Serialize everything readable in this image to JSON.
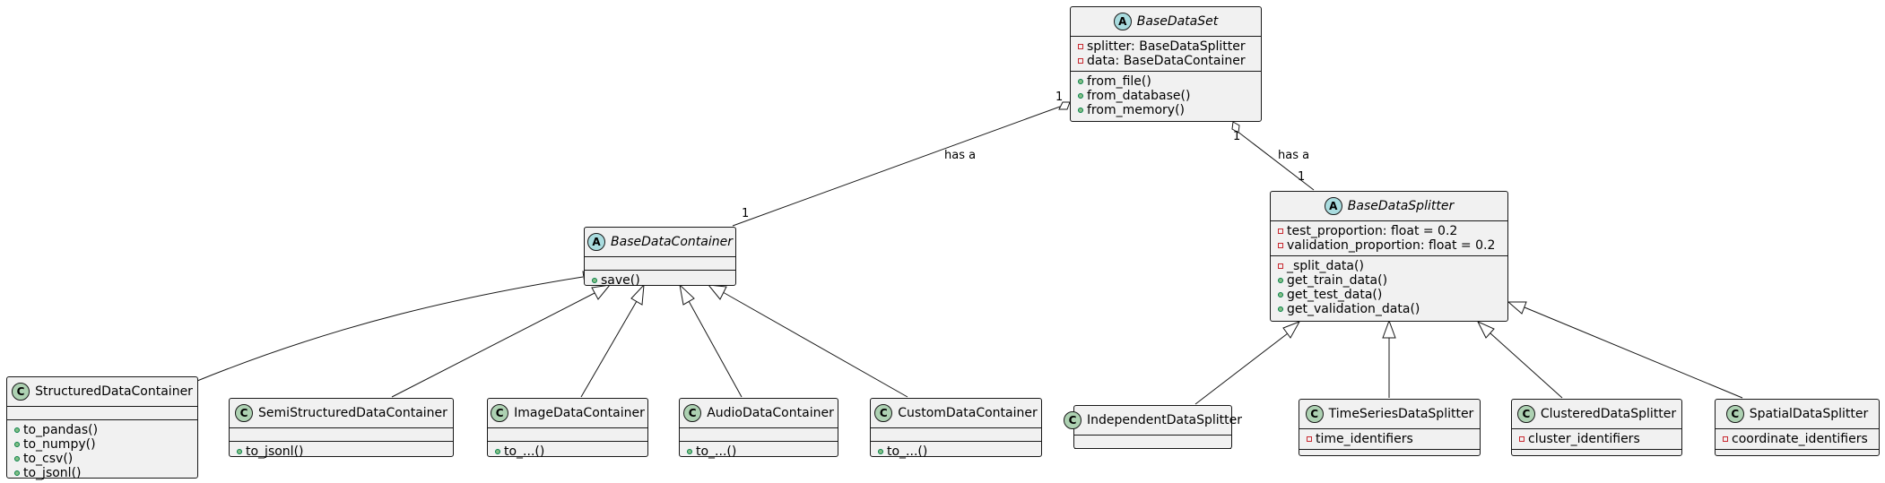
{
  "classes": {
    "basedataset": {
      "name": "BaseDataSet",
      "stereotype": "A",
      "fields": [
        {
          "vis": "private",
          "text": "splitter: BaseDataSplitter"
        },
        {
          "vis": "private",
          "text": "data: BaseDataContainer"
        }
      ],
      "methods": [
        {
          "vis": "public",
          "text": "from_file()"
        },
        {
          "vis": "public",
          "text": "from_database()"
        },
        {
          "vis": "public",
          "text": "from_memory()"
        }
      ]
    },
    "basedatacontainer": {
      "name": "BaseDataContainer",
      "stereotype": "A",
      "fields": [],
      "methods": [
        {
          "vis": "public",
          "text": "save()"
        }
      ]
    },
    "basedatasplitter": {
      "name": "BaseDataSplitter",
      "stereotype": "A",
      "fields": [
        {
          "vis": "private",
          "text": "test_proportion: float = 0.2"
        },
        {
          "vis": "private",
          "text": "validation_proportion: float = 0.2"
        }
      ],
      "methods": [
        {
          "vis": "private",
          "text": "_split_data()"
        },
        {
          "vis": "public",
          "text": "get_train_data()"
        },
        {
          "vis": "public",
          "text": "get_test_data()"
        },
        {
          "vis": "public",
          "text": "get_validation_data()"
        }
      ]
    },
    "structured": {
      "name": "StructuredDataContainer",
      "stereotype": "C",
      "fields": [],
      "methods": [
        {
          "vis": "public",
          "text": "to_pandas()"
        },
        {
          "vis": "public",
          "text": "to_numpy()"
        },
        {
          "vis": "public",
          "text": "to_csv()"
        },
        {
          "vis": "public",
          "text": "to_jsonl()"
        }
      ]
    },
    "semistructured": {
      "name": "SemiStructuredDataContainer",
      "stereotype": "C",
      "fields": [],
      "methods": [
        {
          "vis": "public",
          "text": "to_jsonl()"
        }
      ]
    },
    "image": {
      "name": "ImageDataContainer",
      "stereotype": "C",
      "fields": [],
      "methods": [
        {
          "vis": "public",
          "text": "to_...()"
        }
      ]
    },
    "audio": {
      "name": "AudioDataContainer",
      "stereotype": "C",
      "fields": [],
      "methods": [
        {
          "vis": "public",
          "text": "to_...()"
        }
      ]
    },
    "custom": {
      "name": "CustomDataContainer",
      "stereotype": "C",
      "fields": [],
      "methods": [
        {
          "vis": "public",
          "text": "to_...()"
        }
      ]
    },
    "independent": {
      "name": "IndependentDataSplitter",
      "stereotype": "C",
      "fields": [],
      "methods": []
    },
    "timeseries": {
      "name": "TimeSeriesDataSplitter",
      "stereotype": "C",
      "fields": [
        {
          "vis": "private",
          "text": "time_identifiers"
        }
      ],
      "methods": []
    },
    "clustered": {
      "name": "ClusteredDataSplitter",
      "stereotype": "C",
      "fields": [
        {
          "vis": "private",
          "text": "cluster_identifiers"
        }
      ],
      "methods": []
    },
    "spatial": {
      "name": "SpatialDataSplitter",
      "stereotype": "C",
      "fields": [
        {
          "vis": "private",
          "text": "coordinate_identifiers"
        }
      ],
      "methods": []
    }
  },
  "relations": [
    {
      "type": "aggregation",
      "from": "BaseDataSet",
      "to": "BaseDataContainer",
      "label": "has a",
      "from_mult": "1",
      "to_mult": "1"
    },
    {
      "type": "aggregation",
      "from": "BaseDataSet",
      "to": "BaseDataSplitter",
      "label": "has a",
      "from_mult": "1",
      "to_mult": "1"
    },
    {
      "type": "inheritance",
      "from": "StructuredDataContainer",
      "to": "BaseDataContainer"
    },
    {
      "type": "inheritance",
      "from": "SemiStructuredDataContainer",
      "to": "BaseDataContainer"
    },
    {
      "type": "inheritance",
      "from": "ImageDataContainer",
      "to": "BaseDataContainer"
    },
    {
      "type": "inheritance",
      "from": "AudioDataContainer",
      "to": "BaseDataContainer"
    },
    {
      "type": "inheritance",
      "from": "CustomDataContainer",
      "to": "BaseDataContainer"
    },
    {
      "type": "inheritance",
      "from": "IndependentDataSplitter",
      "to": "BaseDataSplitter"
    },
    {
      "type": "inheritance",
      "from": "TimeSeriesDataSplitter",
      "to": "BaseDataSplitter"
    },
    {
      "type": "inheritance",
      "from": "ClusteredDataSplitter",
      "to": "BaseDataSplitter"
    },
    {
      "type": "inheritance",
      "from": "SpatialDataSplitter",
      "to": "BaseDataSplitter"
    }
  ]
}
